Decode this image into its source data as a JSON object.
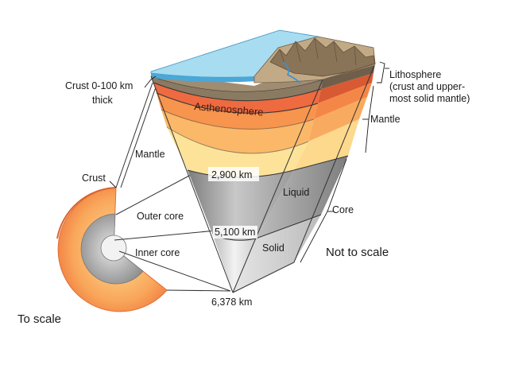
{
  "labels": {
    "crust_thick_1": "Crust 0-100 km",
    "crust_thick_2": "thick",
    "asthenosphere": "Asthenosphere",
    "lithosphere_1": "Lithosphere",
    "lithosphere_2": "(crust and upper-",
    "lithosphere_3": "most solid mantle)",
    "mantle_right": "Mantle",
    "mantle_left": "Mantle",
    "crust": "Crust",
    "depth_2900": "2,900 km",
    "liquid": "Liquid",
    "core": "Core",
    "outer_core": "Outer core",
    "depth_5100": "5,100 km",
    "solid": "Solid",
    "inner_core": "Inner core",
    "not_to_scale": "Not to scale",
    "depth_6378": "6,378 km",
    "to_scale": "To scale"
  },
  "colors": {
    "ocean": "#a8dcf0",
    "ocean_deep": "#4aa8d8",
    "land": "#b8a080",
    "mountain": "#8a7458",
    "lithosphere": "#7a6a55",
    "asthenosphere": "#ee6a40",
    "upper_mantle": "#f7944e",
    "mid_mantle": "#fbb868",
    "lower_mantle": "#fde39a",
    "outer_core": "#a6a6a6",
    "inner_core": "#dedede"
  }
}
